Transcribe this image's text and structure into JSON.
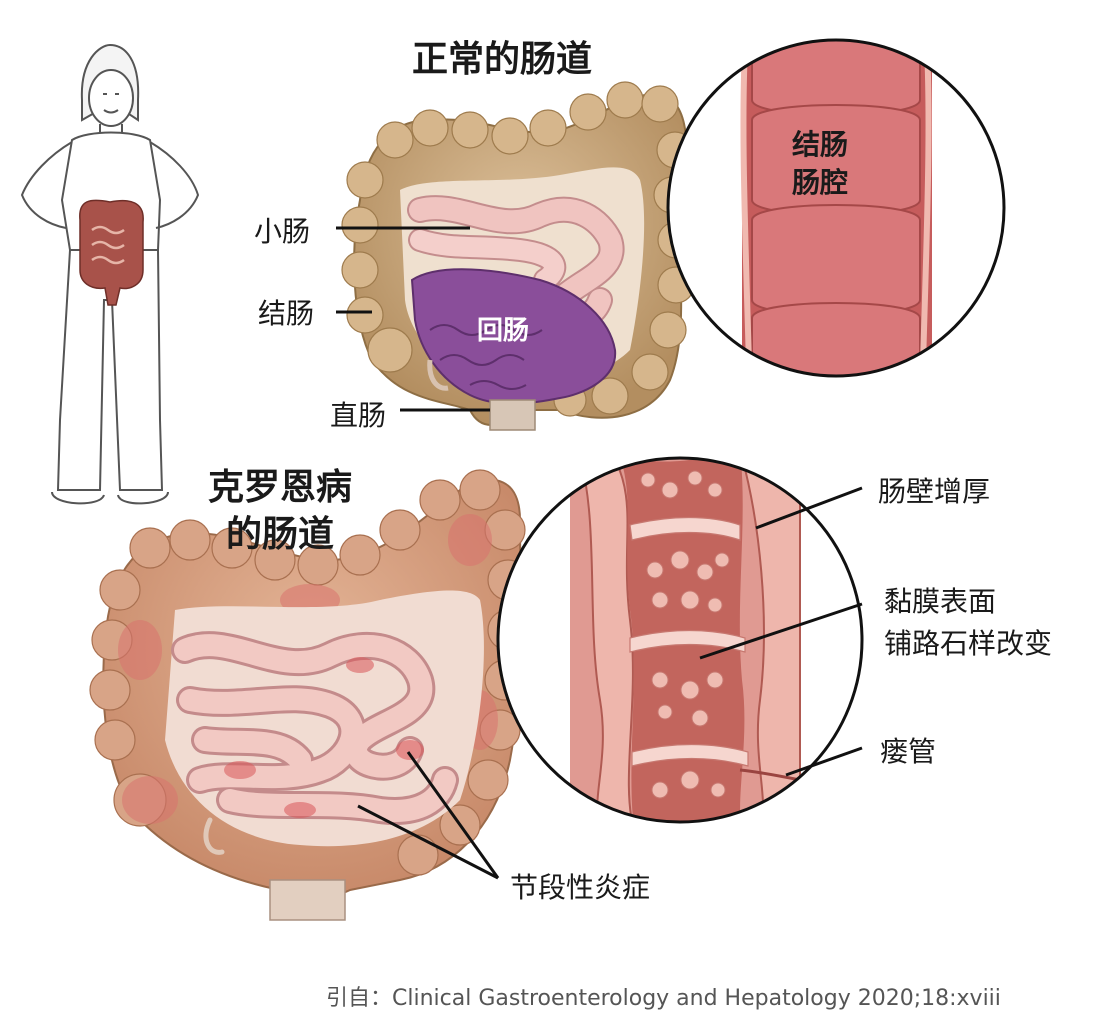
{
  "titles": {
    "normal": "正常的肠道",
    "crohn_line1": "克罗恩病",
    "crohn_line2": "的肠道"
  },
  "labels": {
    "small_intestine": "小肠",
    "colon": "结肠",
    "rectum": "直肠",
    "ileum": "回肠",
    "colon_lumen_line1": "结肠",
    "colon_lumen_line2": "肠腔",
    "wall_thickening": "肠壁增厚",
    "mucosa_line1": "黏膜表面",
    "mucosa_line2": "铺路石样改变",
    "fistula": "瘘管",
    "segmental_inflammation": "节段性炎症"
  },
  "citation": "引自：Clinical Gastroenterology and Hepatology 2020;18:xviii",
  "colors": {
    "colon_normal": "#c9a57a",
    "colon_shadow": "#a88556",
    "small_intestine": "#f0c4c0",
    "ileum": "#8a4e9a",
    "lumen_wall": "#c95d5d",
    "lumen_inner": "#d97878",
    "inflamed": "#d9736d",
    "cobblestone": "#e8a8a0"
  }
}
